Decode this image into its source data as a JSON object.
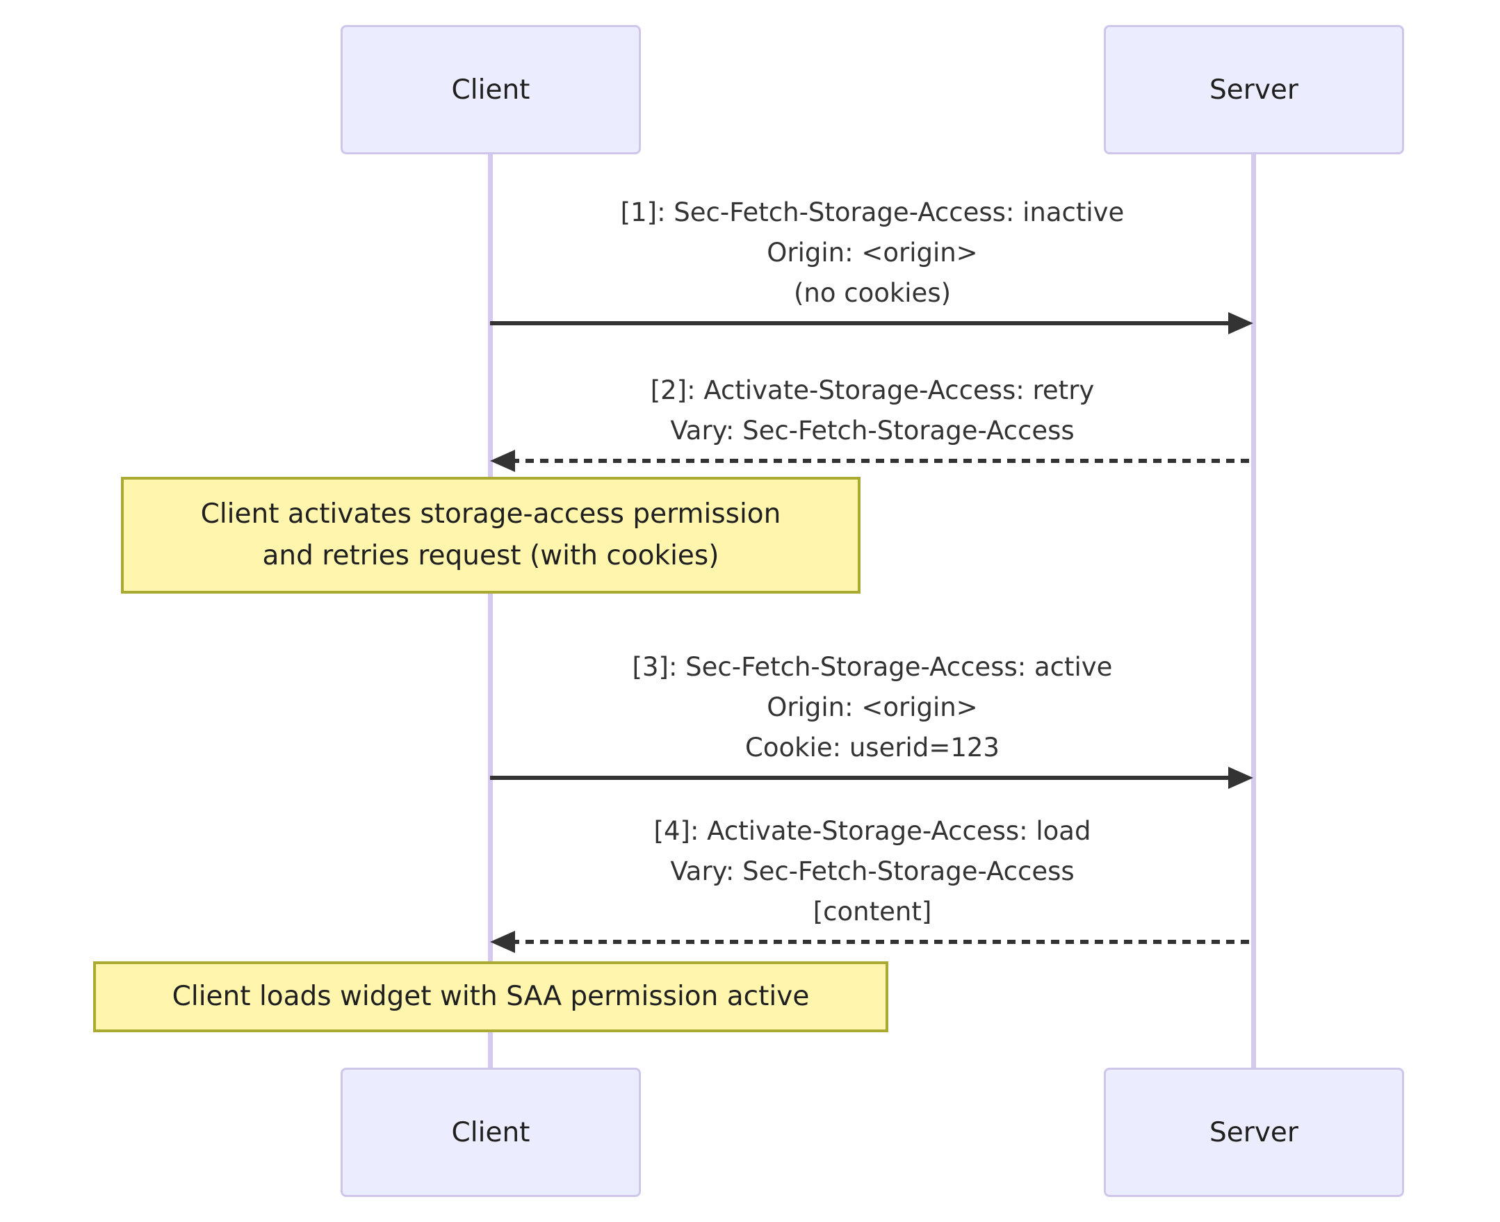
{
  "actors": {
    "client": "Client",
    "server": "Server"
  },
  "messages": [
    {
      "id": "1",
      "from": "Client",
      "to": "Server",
      "style": "solid",
      "direction": "right",
      "lines": [
        "[1]: Sec-Fetch-Storage-Access: inactive",
        "Origin: <origin>",
        "(no cookies)"
      ]
    },
    {
      "id": "2",
      "from": "Server",
      "to": "Client",
      "style": "dashed",
      "direction": "left",
      "lines": [
        "[2]: Activate-Storage-Access: retry",
        "Vary: Sec-Fetch-Storage-Access"
      ]
    },
    {
      "id": "3",
      "from": "Client",
      "to": "Server",
      "style": "solid",
      "direction": "right",
      "lines": [
        "[3]: Sec-Fetch-Storage-Access: active",
        "Origin: <origin>",
        "Cookie: userid=123"
      ]
    },
    {
      "id": "4",
      "from": "Server",
      "to": "Client",
      "style": "dashed",
      "direction": "left",
      "lines": [
        "[4]: Activate-Storage-Access: load",
        "Vary: Sec-Fetch-Storage-Access",
        "[content]"
      ]
    }
  ],
  "notes": [
    {
      "over": "Client",
      "lines": [
        "Client activates storage-access permission",
        "and retries request (with cookies)"
      ]
    },
    {
      "over": "Client",
      "lines": [
        "Client loads widget with SAA permission active"
      ]
    }
  ],
  "colors": {
    "actor_fill": "#ECECFF",
    "actor_border": "#CFC6EC",
    "lifeline": "#D6C9F0",
    "note_fill": "#FFF5AD",
    "note_border": "#AAAA33",
    "arrow": "#333333",
    "msg_text": "#333333",
    "text": "#1F1F1F"
  }
}
